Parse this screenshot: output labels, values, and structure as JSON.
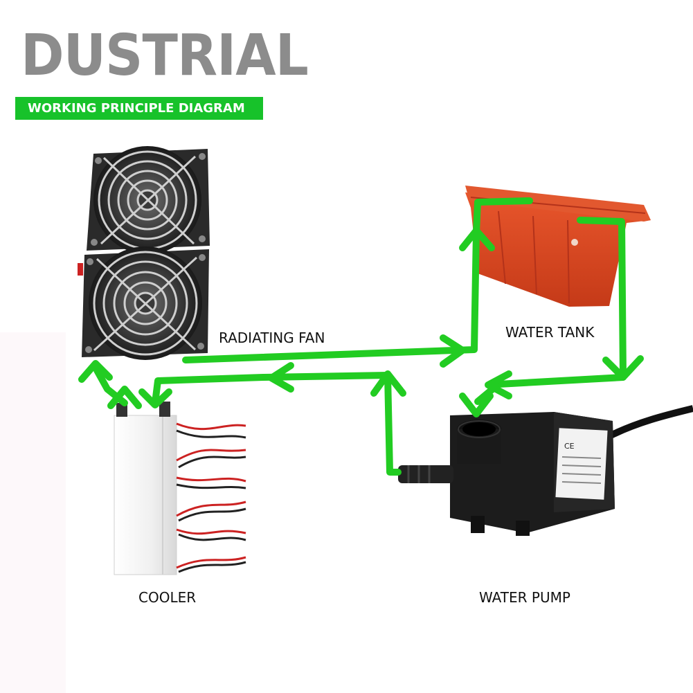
{
  "header": {
    "brand_text": "DUSTRIAL",
    "banner_text": "WORKING PRINCIPLE DIAGRAM"
  },
  "labels": {
    "radiating_fan": "RADIATING FAN",
    "water_tank": "WATER TANK",
    "cooler": "COOLER",
    "water_pump": "WATER PUMP"
  },
  "colors": {
    "flow_arrow": "#22cc22",
    "banner": "#17c22a",
    "brand_text": "#8c8c8c",
    "tank": "#d9431e",
    "fan_body": "#2a2a2a",
    "pump_body": "#1c1c1c",
    "cooler_body": "#eeeeee",
    "wire_red": "#cc2222"
  }
}
